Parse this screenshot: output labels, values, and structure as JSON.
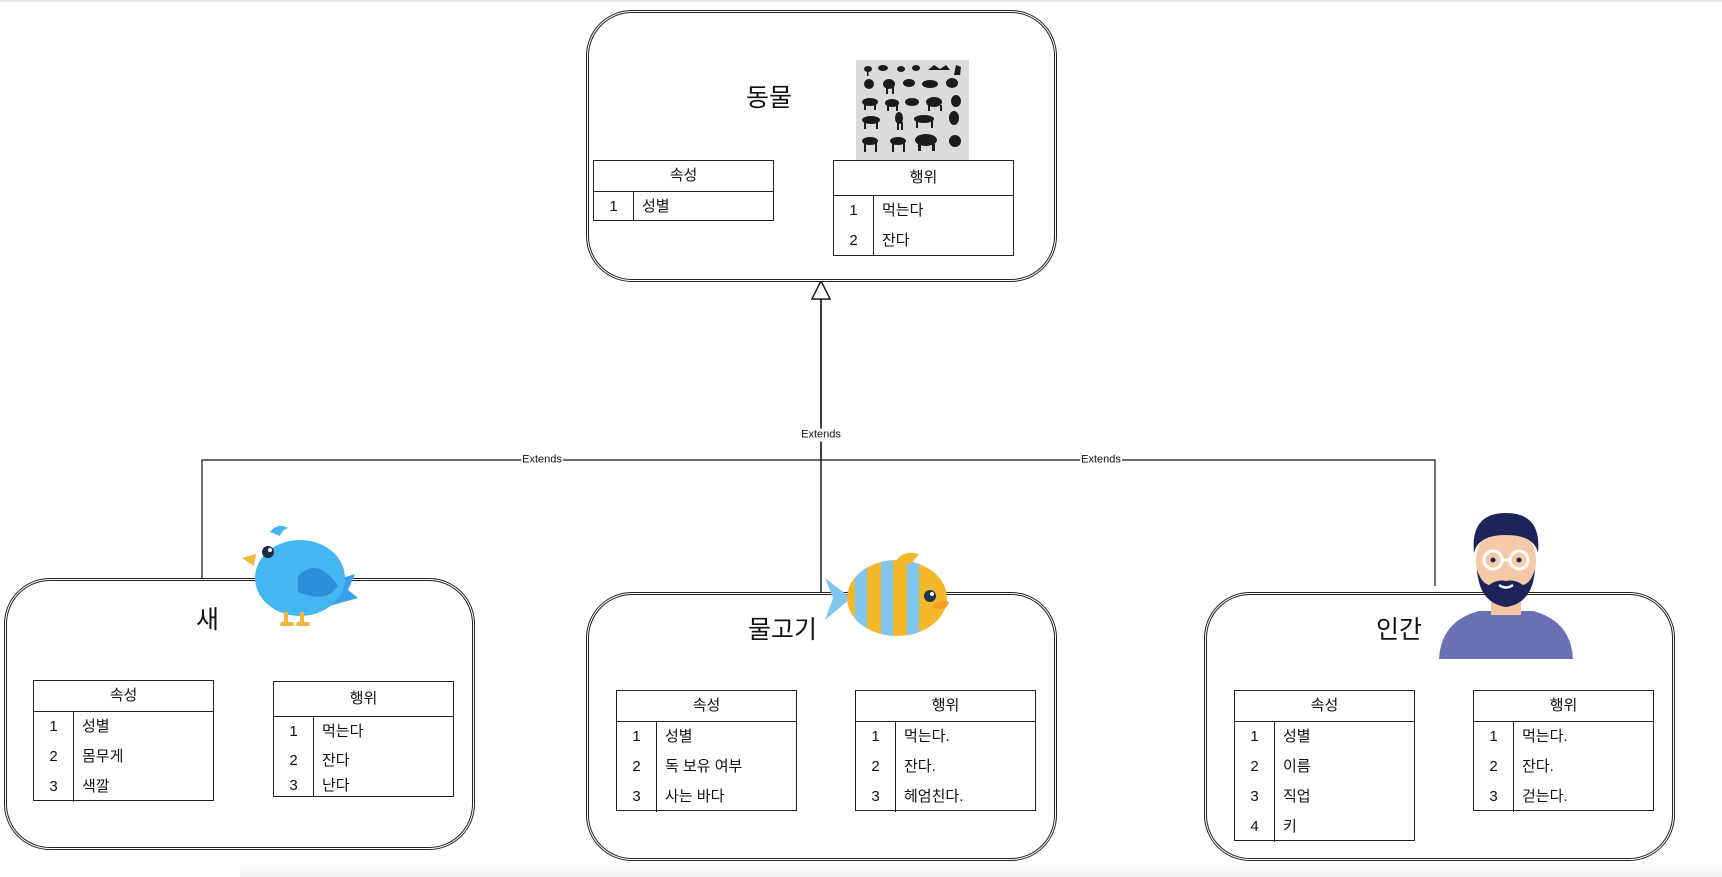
{
  "animal": {
    "title": "동물",
    "attributes": {
      "header": "속성",
      "rows": [
        {
          "num": "1",
          "value": "성별"
        }
      ]
    },
    "behaviors": {
      "header": "행위",
      "rows": [
        {
          "num": "1",
          "value": "먹는다"
        },
        {
          "num": "2",
          "value": "잔다"
        }
      ]
    },
    "icon": "animal-silhouettes-icon"
  },
  "bird": {
    "title": "새",
    "attributes": {
      "header": "속성",
      "rows": [
        {
          "num": "1",
          "value": "성별"
        },
        {
          "num": "2",
          "value": "몸무게"
        },
        {
          "num": "3",
          "value": "색깔"
        }
      ]
    },
    "behaviors": {
      "header": "행위",
      "rows": [
        {
          "num": "1",
          "value": "먹는다"
        },
        {
          "num": "2",
          "value": "잔다"
        },
        {
          "num": "3",
          "value": "난다"
        }
      ]
    },
    "icon": "bird-icon"
  },
  "fish": {
    "title": "물고기",
    "attributes": {
      "header": "속성",
      "rows": [
        {
          "num": "1",
          "value": "성별"
        },
        {
          "num": "2",
          "value": "독 보유 여부"
        },
        {
          "num": "3",
          "value": "사는 바다"
        }
      ]
    },
    "behaviors": {
      "header": "행위",
      "rows": [
        {
          "num": "1",
          "value": "먹는다."
        },
        {
          "num": "2",
          "value": "잔다."
        },
        {
          "num": "3",
          "value": "헤엄친다."
        }
      ]
    },
    "icon": "fish-icon"
  },
  "human": {
    "title": "인간",
    "attributes": {
      "header": "속성",
      "rows": [
        {
          "num": "1",
          "value": "성별"
        },
        {
          "num": "2",
          "value": "이름"
        },
        {
          "num": "3",
          "value": "직업"
        },
        {
          "num": "4",
          "value": "키"
        }
      ]
    },
    "behaviors": {
      "header": "행위",
      "rows": [
        {
          "num": "1",
          "value": "먹는다."
        },
        {
          "num": "2",
          "value": "잔다."
        },
        {
          "num": "3",
          "value": "걷는다."
        }
      ]
    },
    "icon": "human-avatar-icon"
  },
  "edges": [
    {
      "from": "bird",
      "to": "animal",
      "label": "Extends"
    },
    {
      "from": "fish",
      "to": "animal",
      "label": "Extends"
    },
    {
      "from": "human",
      "to": "animal",
      "label": "Extends"
    }
  ],
  "colors": {
    "bird_blue": "#3db0ef",
    "fish_stripe": "#7fc7ef",
    "fish_body": "#f6b82b",
    "human_shirt": "#6b6fb4",
    "human_hair": "#1e2459"
  }
}
